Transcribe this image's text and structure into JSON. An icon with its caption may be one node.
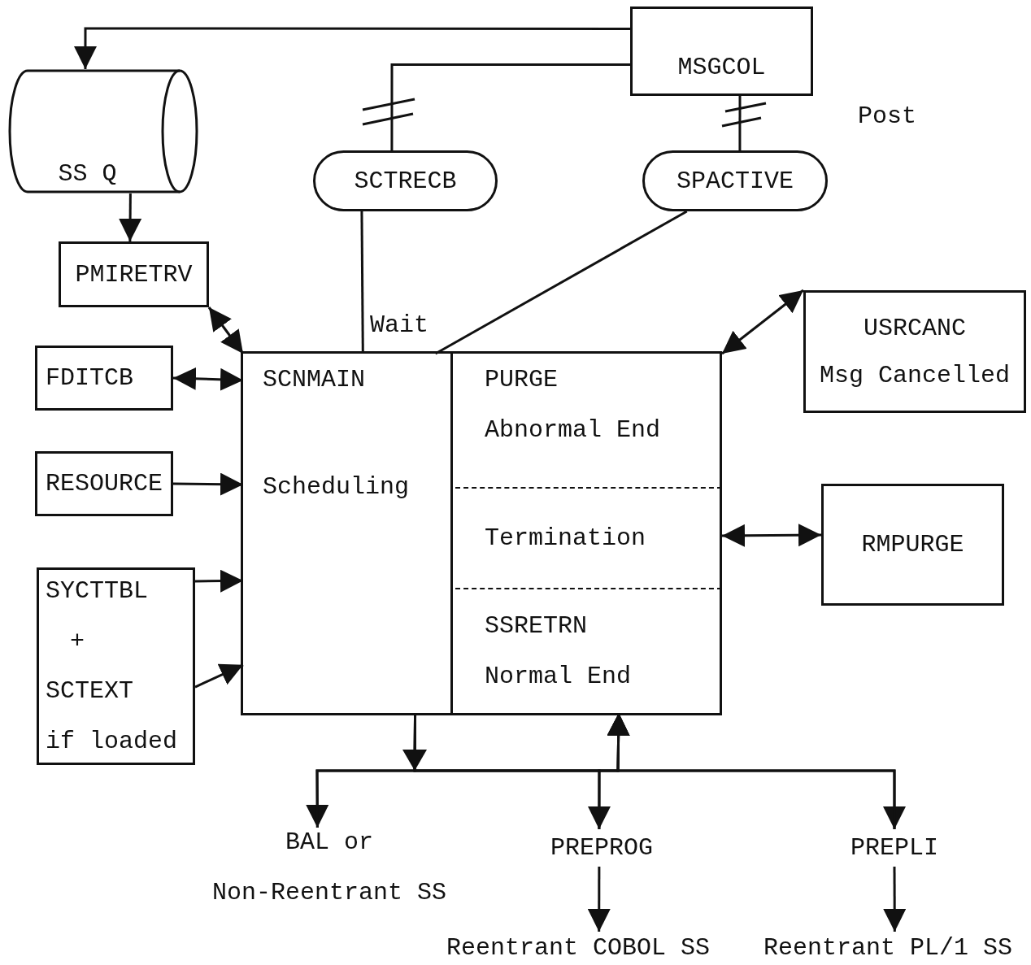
{
  "diagram": {
    "nodes": [
      {
        "text": [
          "MSGCOL"
        ]
      },
      {
        "text": [
          "SS Q"
        ]
      },
      {
        "text": [
          "SCTRECB"
        ]
      },
      {
        "text": [
          "SPACTIVE"
        ]
      },
      {
        "text": [
          "PMIRETRV"
        ]
      },
      {
        "text": [
          "FDITCB"
        ]
      },
      {
        "text": [
          "RESOURCE"
        ]
      },
      {
        "text": [
          "SYCTTBL",
          "+",
          "SCTEXT",
          "if loaded"
        ]
      },
      {
        "text": [],
        "shape": "box"
      },
      {
        "text": [
          "SCNMAIN",
          "Scheduling"
        ],
        "in": 8
      },
      {
        "text": [
          "PURGE",
          "Abnormal End"
        ],
        "in": 8
      },
      {
        "text": [
          "Termination"
        ],
        "in": 8
      },
      {
        "text": [
          "SSRETRN",
          "Normal End"
        ],
        "in": 8
      },
      {
        "text": [
          "USRCANC",
          "Msg Cancelled"
        ]
      },
      {
        "text": [
          "RMPURGE"
        ]
      },
      {
        "text": [
          "BAL or",
          "Non-Reentrant SS"
        ]
      },
      {
        "text": [
          "PREPROG"
        ]
      },
      {
        "text": [
          "PREPLI"
        ]
      },
      {
        "text": [
          "Reentrant COBOL SS"
        ]
      },
      {
        "text": [
          "Reentrant PL/1 SS"
        ]
      }
    ],
    "edges": [
      {
        "from": 0,
        "to": 1,
        "arrow": "to"
      },
      {
        "from": 0,
        "to": 2,
        "arrow": "none"
      },
      {
        "from": 0,
        "to": 3,
        "arrow": "none"
      },
      {
        "from": 2,
        "to": 9,
        "arrow": "none"
      },
      {
        "from": 3,
        "to": 9,
        "arrow": "none"
      },
      {
        "from": 1,
        "to": 4,
        "arrow": "to"
      },
      {
        "from": 4,
        "to": 9,
        "arrow": "both"
      },
      {
        "from": 5,
        "to": 9,
        "arrow": "both"
      },
      {
        "from": 6,
        "to": 9,
        "arrow": "to"
      },
      {
        "from": 7,
        "to": 9,
        "arrow": "to"
      },
      {
        "from": 7,
        "to": 9,
        "arrow": "to"
      },
      {
        "from": 13,
        "to": 10,
        "arrow": "both"
      },
      {
        "from": 11,
        "to": 14,
        "arrow": "both"
      },
      {
        "from": 9,
        "to": 15,
        "arrow": "to"
      },
      {
        "from": 9,
        "to": 16,
        "arrow": "to"
      },
      {
        "from": 9,
        "to": 17,
        "arrow": "to"
      },
      {
        "from": 15,
        "to": 12,
        "arrow": "to"
      },
      {
        "from": 16,
        "to": 12,
        "arrow": "to"
      },
      {
        "from": 17,
        "to": 12,
        "arrow": "to"
      },
      {
        "from": 16,
        "to": 18,
        "arrow": "to"
      },
      {
        "from": 17,
        "to": 19,
        "arrow": "to"
      }
    ],
    "labels": [
      "Post",
      "Wait"
    ]
  }
}
